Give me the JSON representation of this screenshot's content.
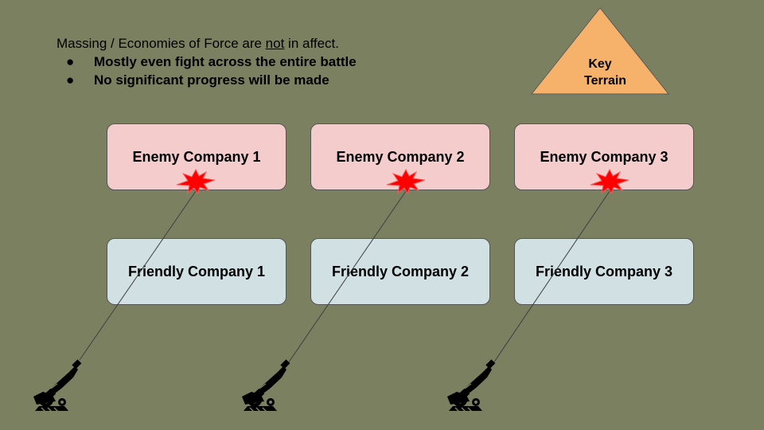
{
  "title": {
    "prefix": "Massing / Economies of Force are ",
    "underlined": "not",
    "suffix": " in affect."
  },
  "bullets": [
    "Mostly even fight across the entire battle",
    "No significant progress will be made"
  ],
  "bullet_symbol": "●",
  "key_terrain": {
    "line1": "Key",
    "line2": "Terrain",
    "color": "#f6b26b"
  },
  "enemy_companies": [
    "Enemy Company 1",
    "Enemy Company 2",
    "Enemy Company 3"
  ],
  "friendly_companies": [
    "Friendly Company 1",
    "Friendly Company 2",
    "Friendly Company 3"
  ],
  "colors": {
    "background": "#7b8160",
    "enemy_fill": "#f4cccc",
    "friendly_fill": "#d0e0e3",
    "impact": "#ff0000"
  },
  "artillery_icon": "artillery-cannon-icon",
  "impact_icon": "explosion-icon"
}
